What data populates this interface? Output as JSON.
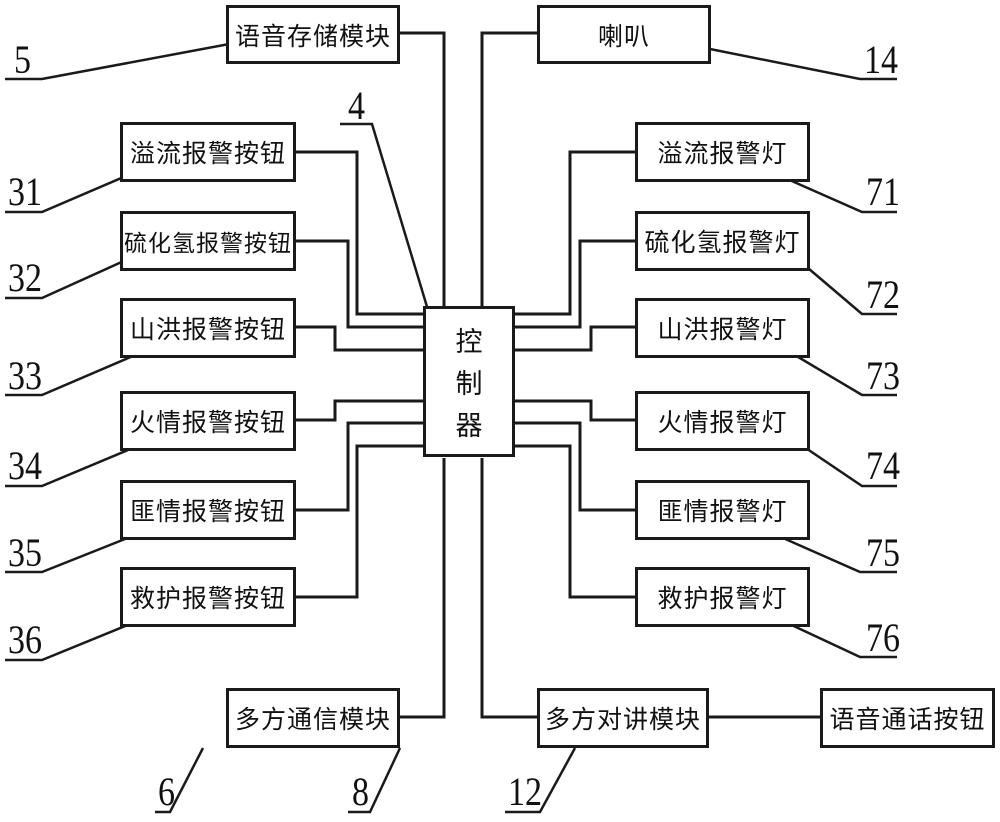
{
  "controller": {
    "chars": [
      "控",
      "制",
      "器"
    ],
    "ref": "4"
  },
  "top": {
    "voice_storage": {
      "label": "语音存储模块",
      "ref": "5"
    },
    "speaker": {
      "label": "喇叭",
      "ref": "14"
    }
  },
  "left_buttons": [
    {
      "label": "溢流报警按钮",
      "ref": "31"
    },
    {
      "label": "硫化氢报警按钮",
      "ref": "32"
    },
    {
      "label": "山洪报警按钮",
      "ref": "33"
    },
    {
      "label": "火情报警按钮",
      "ref": "34"
    },
    {
      "label": "匪情报警按钮",
      "ref": "35"
    },
    {
      "label": "救护报警按钮",
      "ref": "36"
    }
  ],
  "right_lights": [
    {
      "label": "溢流报警灯",
      "ref": "71"
    },
    {
      "label": "硫化氢报警灯",
      "ref": "72"
    },
    {
      "label": "山洪报警灯",
      "ref": "73"
    },
    {
      "label": "火情报警灯",
      "ref": "74"
    },
    {
      "label": "匪情报警灯",
      "ref": "75"
    },
    {
      "label": "救护报警灯",
      "ref": "76"
    }
  ],
  "bottom": {
    "multi_comm": {
      "label": "多方通信模块",
      "ref": "6"
    },
    "intercom": {
      "label": "多方对讲模块",
      "ref": "8"
    },
    "voice_call_button": {
      "label": "语音通话按钮",
      "ref": "12"
    }
  }
}
